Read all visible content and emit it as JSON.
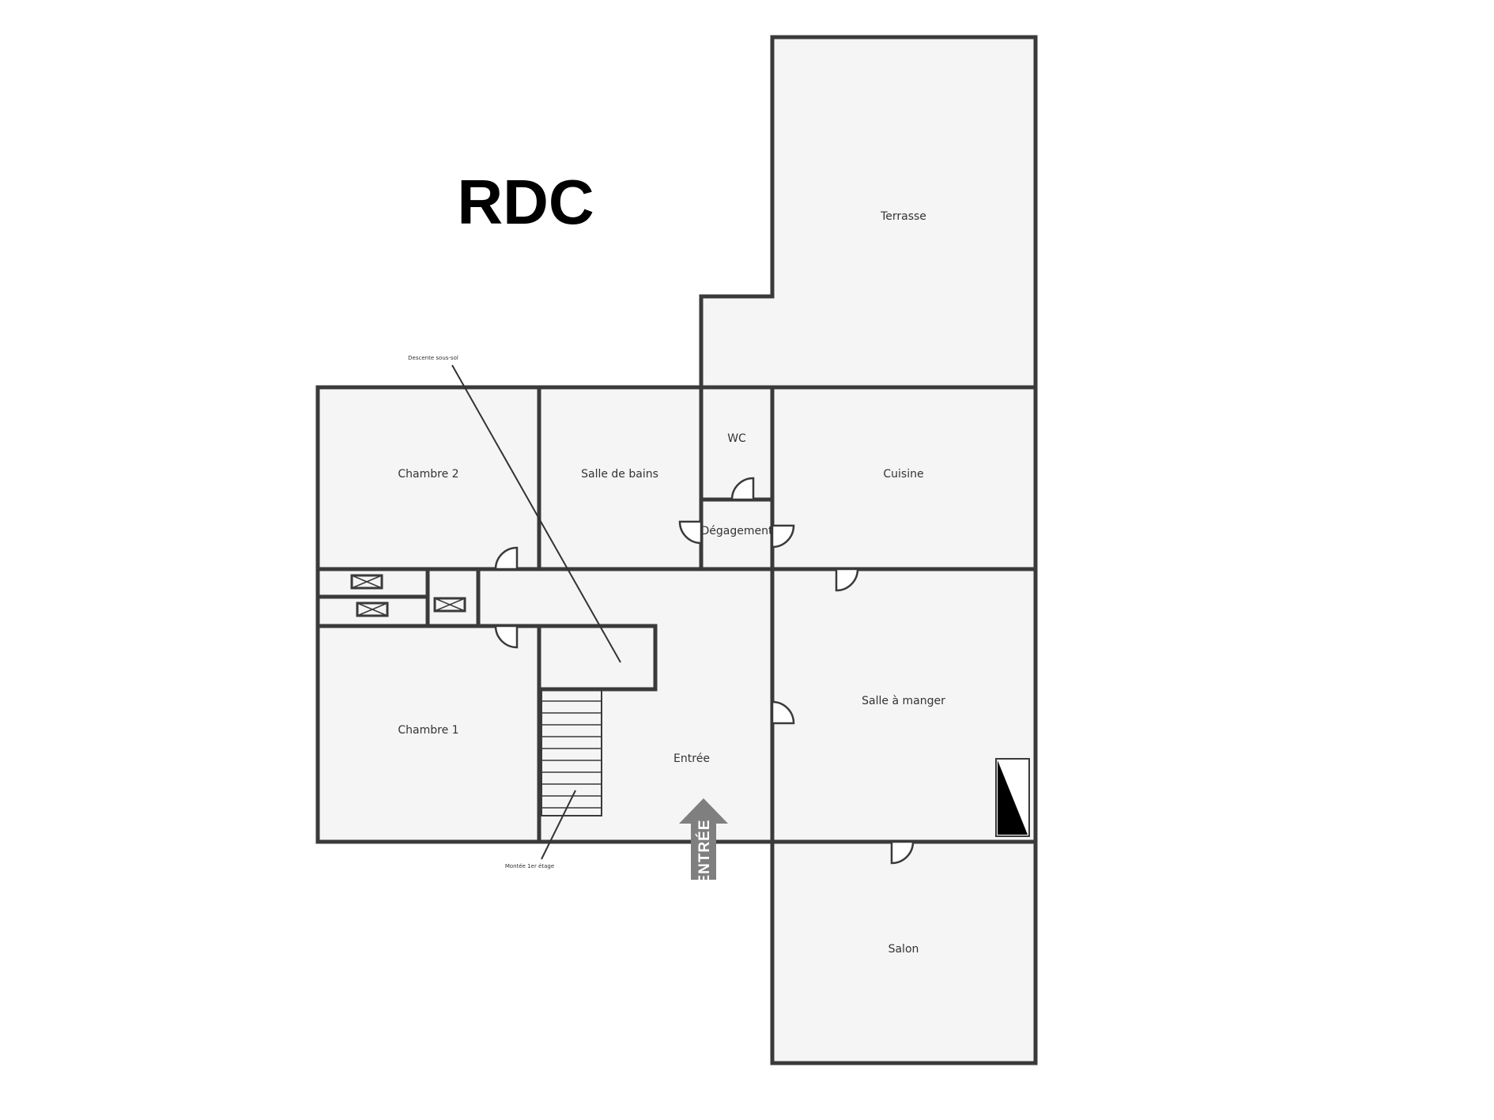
{
  "title": "RDC",
  "rooms": {
    "terrasse": "Terrasse",
    "wc": "WC",
    "cuisine": "Cuisine",
    "chambre2": "Chambre 2",
    "salle_de_bains": "Salle de bains",
    "degagement": "Dégagement",
    "salle_a_manger": "Salle à manger",
    "chambre1": "Chambre 1",
    "entree": "Entrée",
    "salon": "Salon"
  },
  "annotations": {
    "descente": "Descente sous-sol",
    "montee": "Montée 1er étage"
  },
  "entrance_label": "ENTRÉE",
  "colors": {
    "wall": "#3a3a3a",
    "floor": "#f5f5f5",
    "arrow": "#7f7f7f"
  }
}
